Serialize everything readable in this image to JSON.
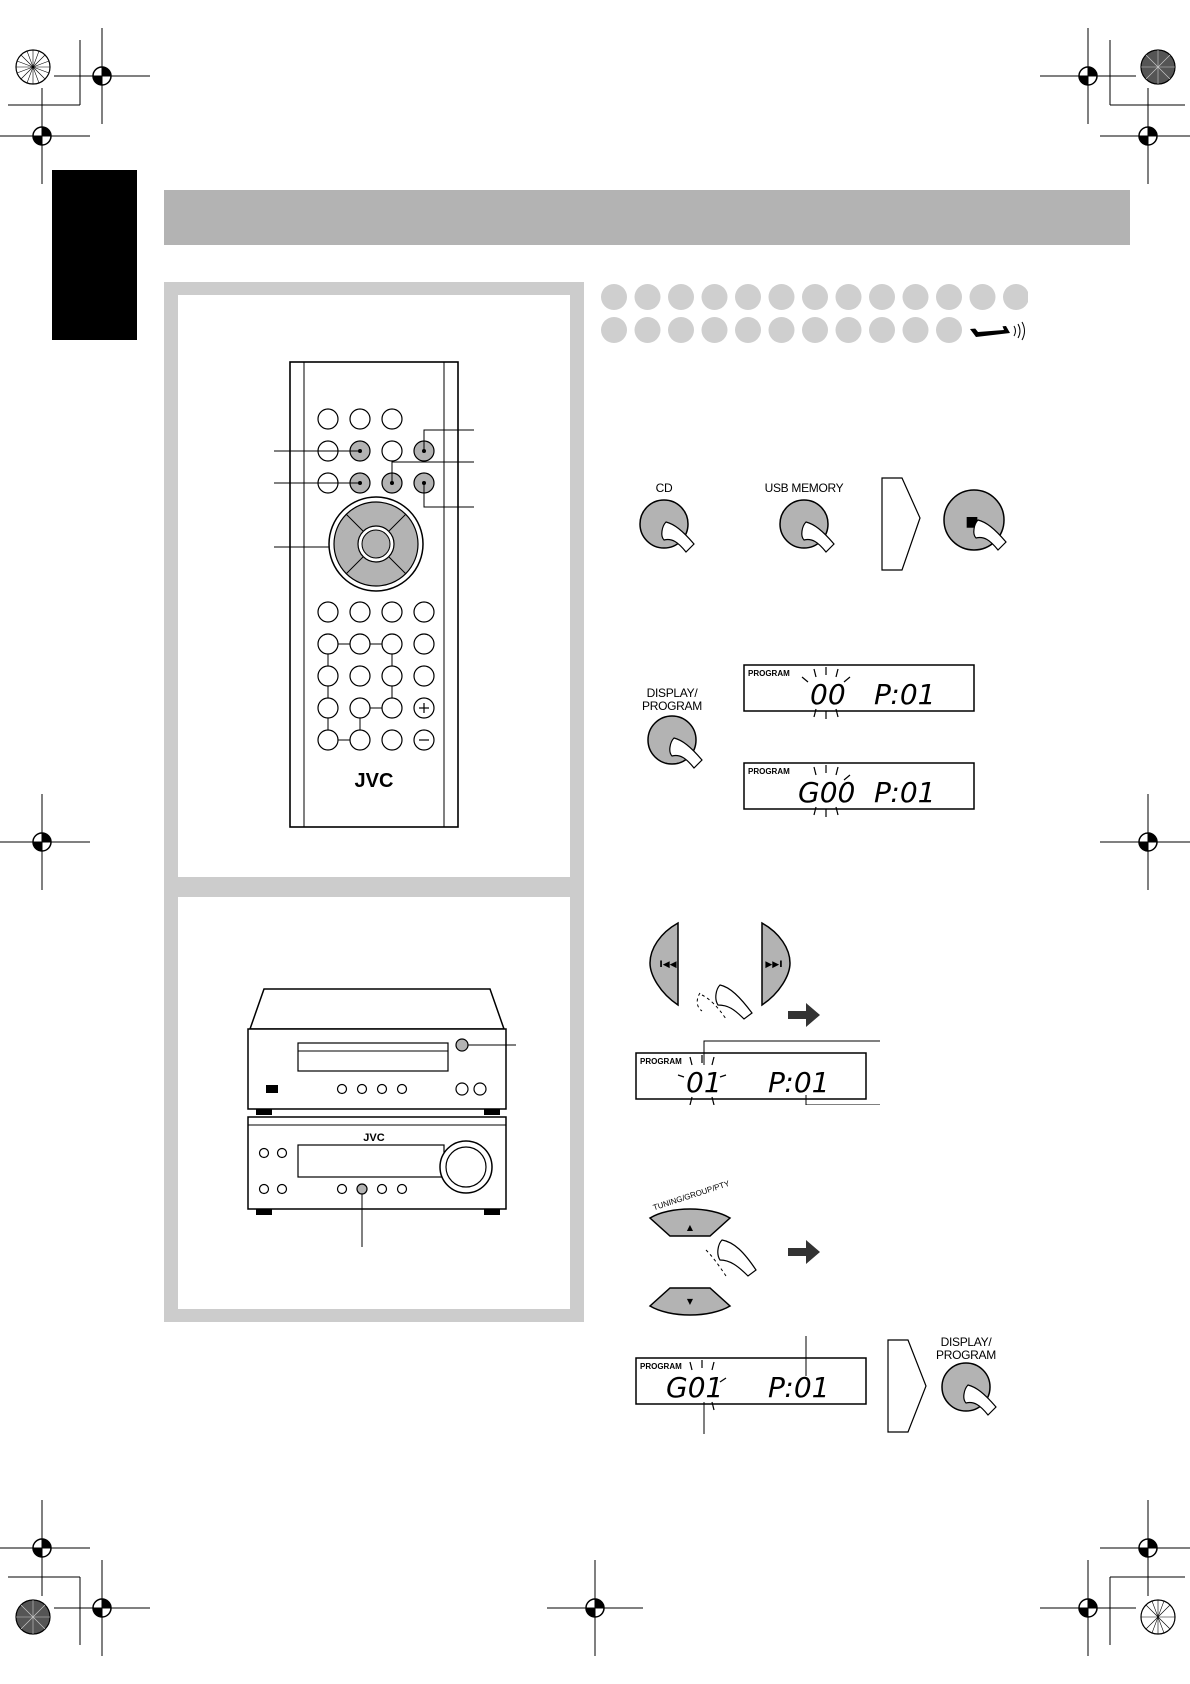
{
  "remote": {
    "brand": "JVC"
  },
  "main_unit": {
    "brand": "JVC"
  },
  "step1": {
    "cd_label": "CD",
    "usb_label": "USB MEMORY",
    "stop_symbol": "■"
  },
  "step2": {
    "button_label_line1": "DISPLAY/",
    "button_label_line2": "PROGRAM",
    "lcd1": {
      "badge": "PROGRAM",
      "left": "00",
      "right": "P:01"
    },
    "lcd2": {
      "badge": "PROGRAM",
      "left": "G00",
      "right": "P:01"
    }
  },
  "step3": {
    "prev_symbol": "I◀◀",
    "next_symbol": "▶▶I",
    "lcd": {
      "badge": "PROGRAM",
      "left": "01",
      "right": "P:01"
    }
  },
  "step4": {
    "tuning_label": "TUNING/GROUP/PTY",
    "up_symbol": "▲",
    "down_symbol": "▼",
    "lcd": {
      "badge": "PROGRAM",
      "left": "G01",
      "right": "P:01"
    },
    "button_label_line1": "DISPLAY/",
    "button_label_line2": "PROGRAM"
  }
}
